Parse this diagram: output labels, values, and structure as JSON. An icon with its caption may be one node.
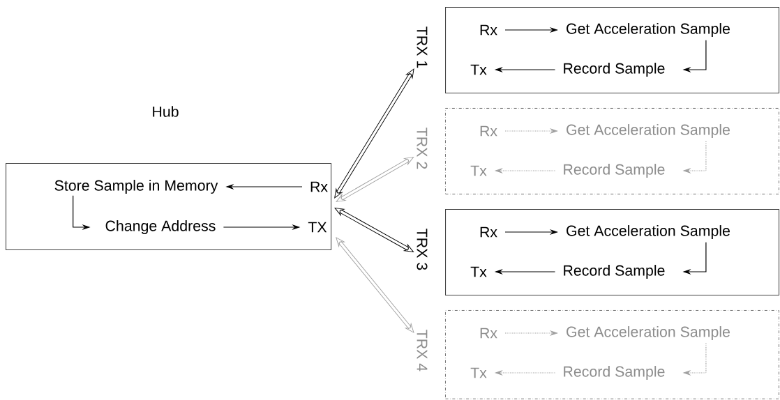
{
  "diagram": {
    "nodes": [
      {
        "text": [
          "Hub"
        ]
      },
      {
        "text": [
          "Store Sample in Memory"
        ],
        "in": 0
      },
      {
        "text": [
          "Rx"
        ],
        "in": 0
      },
      {
        "text": [
          "Change Address"
        ],
        "in": 0
      },
      {
        "text": [
          "TX"
        ],
        "in": 0
      },
      {
        "text": [
          "TRX 1"
        ]
      },
      {
        "text": [
          "Rx"
        ],
        "in": 5
      },
      {
        "text": [
          "Get Acceleration Sample"
        ],
        "in": 5
      },
      {
        "text": [
          "Tx"
        ],
        "in": 5
      },
      {
        "text": [
          "Record Sample"
        ],
        "in": 5
      },
      {
        "text": [
          "TRX 2"
        ]
      },
      {
        "text": [
          "Rx"
        ],
        "in": 10
      },
      {
        "text": [
          "Get Acceleration Sample"
        ],
        "in": 10
      },
      {
        "text": [
          "Tx"
        ],
        "in": 10
      },
      {
        "text": [
          "Record Sample"
        ],
        "in": 10
      },
      {
        "text": [
          "TRX 3"
        ]
      },
      {
        "text": [
          "Rx"
        ],
        "in": 15
      },
      {
        "text": [
          "Get Acceleration Sample"
        ],
        "in": 15
      },
      {
        "text": [
          "Tx"
        ],
        "in": 15
      },
      {
        "text": [
          "Record Sample"
        ],
        "in": 15
      },
      {
        "text": [
          "TRX 4"
        ]
      },
      {
        "text": [
          "Rx"
        ],
        "in": 20
      },
      {
        "text": [
          "Get Acceleration Sample"
        ],
        "in": 20
      },
      {
        "text": [
          "Tx"
        ],
        "in": 20
      },
      {
        "text": [
          "Record Sample"
        ],
        "in": 20
      }
    ],
    "edges": [
      {
        "from": 2,
        "to": 1,
        "arrow": "to"
      },
      {
        "from": 1,
        "to": 3,
        "arrow": "to"
      },
      {
        "from": 3,
        "to": 4,
        "arrow": "to"
      },
      {
        "from": 0,
        "to": 5,
        "arrow": "both",
        "style": "thick"
      },
      {
        "from": 0,
        "to": 10,
        "arrow": "both",
        "style": "thick",
        "color": "#a0a0a0"
      },
      {
        "from": 0,
        "to": 15,
        "arrow": "both",
        "style": "thick"
      },
      {
        "from": 0,
        "to": 20,
        "arrow": "both",
        "style": "thick",
        "color": "#a0a0a0"
      },
      {
        "from": 6,
        "to": 7,
        "arrow": "to"
      },
      {
        "from": 7,
        "to": 9,
        "arrow": "to"
      },
      {
        "from": 9,
        "to": 8,
        "arrow": "to"
      },
      {
        "from": 11,
        "to": 12,
        "arrow": "to",
        "style": "dashed",
        "color": "#a0a0a0"
      },
      {
        "from": 12,
        "to": 14,
        "arrow": "to",
        "style": "dashed",
        "color": "#a0a0a0"
      },
      {
        "from": 14,
        "to": 13,
        "arrow": "to",
        "style": "dashed",
        "color": "#a0a0a0"
      },
      {
        "from": 16,
        "to": 17,
        "arrow": "to"
      },
      {
        "from": 17,
        "to": 19,
        "arrow": "to"
      },
      {
        "from": 19,
        "to": 18,
        "arrow": "to"
      },
      {
        "from": 21,
        "to": 22,
        "arrow": "to",
        "style": "dashed",
        "color": "#a0a0a0"
      },
      {
        "from": 22,
        "to": 24,
        "arrow": "to",
        "style": "dashed",
        "color": "#a0a0a0"
      },
      {
        "from": 24,
        "to": 23,
        "arrow": "to",
        "style": "dashed",
        "color": "#a0a0a0"
      }
    ]
  }
}
